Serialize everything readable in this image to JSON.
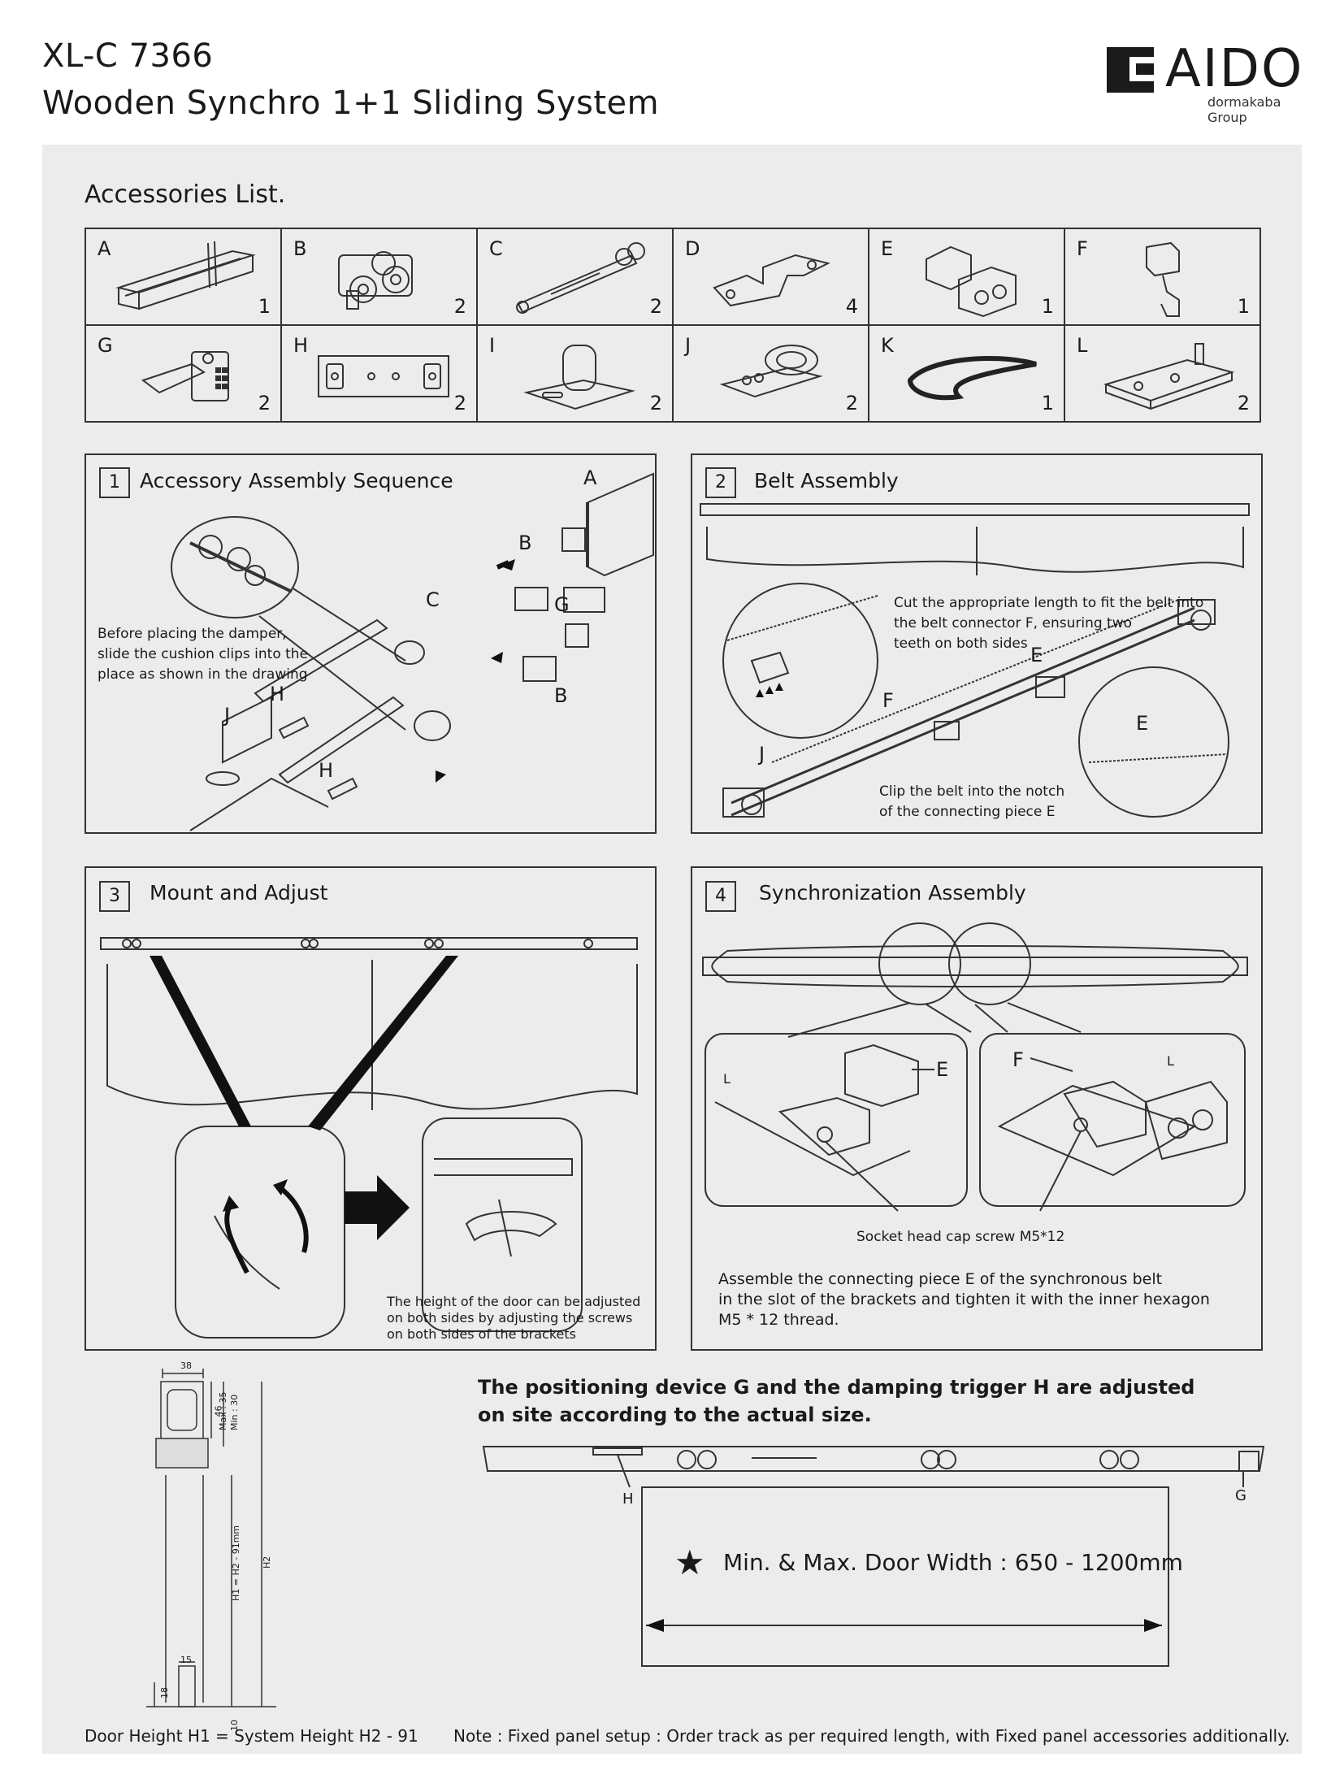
{
  "header": {
    "model": "XL-C 7366",
    "product_name": "Wooden Synchro 1+1 Sliding System",
    "brand": "AIDO",
    "brand_group": "dormakaba Group"
  },
  "accessories": {
    "heading": "Accessories List.",
    "items": [
      {
        "letter": "A",
        "qty": "1"
      },
      {
        "letter": "B",
        "qty": "2"
      },
      {
        "letter": "C",
        "qty": "2"
      },
      {
        "letter": "D",
        "qty": "4"
      },
      {
        "letter": "E",
        "qty": "1"
      },
      {
        "letter": "F",
        "qty": "1"
      },
      {
        "letter": "G",
        "qty": "2"
      },
      {
        "letter": "H",
        "qty": "2"
      },
      {
        "letter": "I",
        "qty": "2"
      },
      {
        "letter": "J",
        "qty": "2"
      },
      {
        "letter": "K",
        "qty": "1"
      },
      {
        "letter": "L",
        "qty": "2"
      }
    ]
  },
  "step1": {
    "number": "1",
    "title": "Accessory Assembly Sequence",
    "note": [
      "Before placing the damper,",
      "slide the cushion clips into the",
      "place as shown in the drawing"
    ],
    "labels": {
      "a": "A",
      "b1": "B",
      "b2": "B",
      "c": "C",
      "g": "G",
      "h1": "H",
      "h2": "H",
      "j": "J"
    }
  },
  "step2": {
    "number": "2",
    "title": "Belt Assembly",
    "note_top": [
      "Cut the appropriate length to fit the belt into",
      "the belt connector F, ensuring two",
      "teeth on both sides"
    ],
    "note_bottom": [
      "Clip the belt into the notch",
      "of the connecting piece E"
    ],
    "labels": {
      "e1": "E",
      "e2": "E",
      "f": "F",
      "j": "J"
    }
  },
  "step3": {
    "number": "3",
    "title": "Mount and Adjust",
    "note": [
      "The height of the door can be adjusted",
      "on both sides by adjusting the screws",
      "on both sides of the brackets"
    ]
  },
  "step4": {
    "number": "4",
    "title": "Synchronization Assembly",
    "screw": "Socket head cap screw M5*12",
    "note": [
      "Assemble the connecting piece E of the synchronous belt",
      "in the slot of the brackets  and tighten it with the inner hexagon",
      "M5 * 12  thread."
    ],
    "labels": {
      "l1": "L",
      "e": "E",
      "f": "F",
      "l2": "L"
    }
  },
  "dimensions": {
    "d38": "38",
    "d46": "46",
    "max": "Max : 35",
    "min": "Min : 30",
    "d15": "15",
    "d18": "18",
    "d10": "10",
    "h1": "H1 = H2 - 91mm",
    "h2": "H2"
  },
  "positioning": {
    "text": [
      "The positioning device G and the damping trigger H are adjusted",
      "on site according to the actual size."
    ],
    "label_h": "H",
    "label_g": "G",
    "door_width": "Min. & Max. Door Width : 650 - 1200mm"
  },
  "footer": {
    "left": "Door Height H1 = System Height H2 - 91",
    "right": "Note : Fixed panel setup : Order track as per required length, with Fixed panel accessories additionally."
  }
}
